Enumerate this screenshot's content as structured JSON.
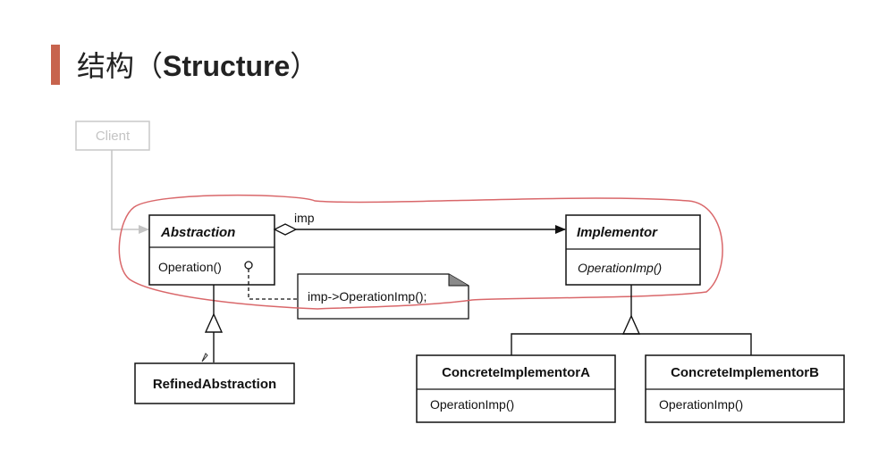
{
  "heading": {
    "zh": "结构（",
    "en": "Structure",
    "close": "）"
  },
  "diagram": {
    "client": "Client",
    "abstraction": {
      "name": "Abstraction",
      "method": "Operation()"
    },
    "implementor": {
      "name": "Implementor",
      "method": "OperationImp()"
    },
    "association_label": "imp",
    "note": "imp->OperationImp();",
    "refined": {
      "name": "RefinedAbstraction"
    },
    "concrete_a": {
      "name": "ConcreteImplementorA",
      "method": "OperationImp()"
    },
    "concrete_b": {
      "name": "ConcreteImplementorB",
      "method": "OperationImp()"
    }
  },
  "colors": {
    "accent_bar": "#c7634d",
    "highlight_loop": "#d9676a",
    "client_gray": "#c4c4c4"
  }
}
